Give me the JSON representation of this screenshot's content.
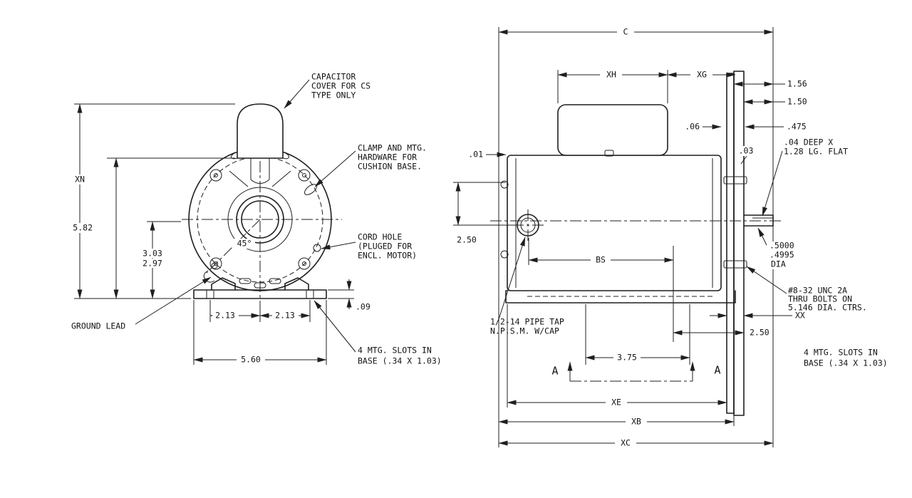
{
  "drawing": {
    "background": "#ffffff",
    "line_color": "#1f1f1f",
    "front_view": {
      "callouts": {
        "capacitor_1": "CAPACITOR",
        "capacitor_2": "COVER FOR CS",
        "capacitor_3": "TYPE ONLY",
        "clamp_1": "CLAMP AND MTG.",
        "clamp_2": "HARDWARE FOR",
        "clamp_3": "CUSHION BASE.",
        "cord_1": "CORD HOLE",
        "cord_2": "(PLUGED FOR",
        "cord_3": "ENCL. MOTOR)",
        "ground": "GROUND LEAD",
        "slots_1": "4 MTG. SLOTS IN",
        "slots_2": "BASE (.34 X 1.03)"
      },
      "dims": {
        "xn": "XN",
        "height_582": "5.82",
        "shaft_303": "3.03",
        "shaft_297": "2.97",
        "angle": "45°",
        "base_thickness": ".09",
        "slot_left": "2.13",
        "slot_right": "2.13",
        "base_width": "5.60"
      }
    },
    "side_view": {
      "callouts": {
        "pipe_1": "1/2-14 PIPE TAP",
        "pipe_2": "N.P.S.M. W/CAP",
        "bolts_1": "#8-32 UNC 2A",
        "bolts_2": "THRU BOLTS ON",
        "bolts_3": "5.146 DIA. CTRS.",
        "flat_1": ".04 DEEP X",
        "flat_2": "1.28 LG. FLAT",
        "slots_1": "4 MTG. SLOTS IN",
        "slots_2": "BASE (.34 X 1.03)"
      },
      "dims": {
        "c": "C",
        "xh": "XH",
        "xg": "XG",
        "d156": "1.56",
        "d150": "1.50",
        "d06": ".06",
        "d475": ".475",
        "d01": ".01",
        "d03": ".03",
        "d250_upper": "2.50",
        "bs": "BS",
        "shaft_dia_1": ".5000",
        "shaft_dia_2": ".4995",
        "shaft_dia_3": "DIA",
        "xx": "XX",
        "d250_lower": "2.50",
        "d375": "3.75",
        "xe": "XE",
        "xb": "XB",
        "xc": "XC",
        "section_left": "A",
        "section_right": "A"
      }
    }
  }
}
